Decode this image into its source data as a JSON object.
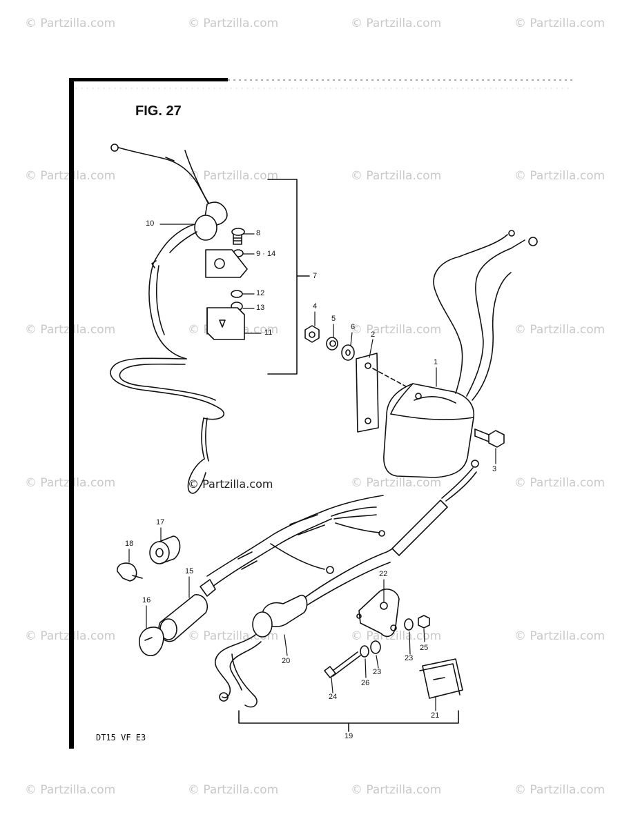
{
  "figure": {
    "title": "FIG. 27",
    "model": "DT15 VF E3"
  },
  "watermark": {
    "text": "© Partzilla.com",
    "inline_text": "© Partzilla.com"
  },
  "callouts": [
    {
      "id": "c1",
      "text": "1"
    },
    {
      "id": "c2",
      "text": "2"
    },
    {
      "id": "c3",
      "text": "3"
    },
    {
      "id": "c4",
      "text": "4"
    },
    {
      "id": "c5",
      "text": "5"
    },
    {
      "id": "c6",
      "text": "6"
    },
    {
      "id": "c7",
      "text": "7"
    },
    {
      "id": "c8",
      "text": "8"
    },
    {
      "id": "c9",
      "text": "9 · 14"
    },
    {
      "id": "c10",
      "text": "10"
    },
    {
      "id": "c11",
      "text": "11"
    },
    {
      "id": "c12",
      "text": "12"
    },
    {
      "id": "c13",
      "text": "13"
    },
    {
      "id": "c15",
      "text": "15"
    },
    {
      "id": "c16",
      "text": "16"
    },
    {
      "id": "c17",
      "text": "17"
    },
    {
      "id": "c18",
      "text": "18"
    },
    {
      "id": "c19",
      "text": "19"
    },
    {
      "id": "c20",
      "text": "20"
    },
    {
      "id": "c21",
      "text": "21"
    },
    {
      "id": "c22",
      "text": "22"
    },
    {
      "id": "c23a",
      "text": "23"
    },
    {
      "id": "c23b",
      "text": "23"
    },
    {
      "id": "c24",
      "text": "24"
    },
    {
      "id": "c25",
      "text": "25"
    },
    {
      "id": "c26",
      "text": "26"
    }
  ]
}
